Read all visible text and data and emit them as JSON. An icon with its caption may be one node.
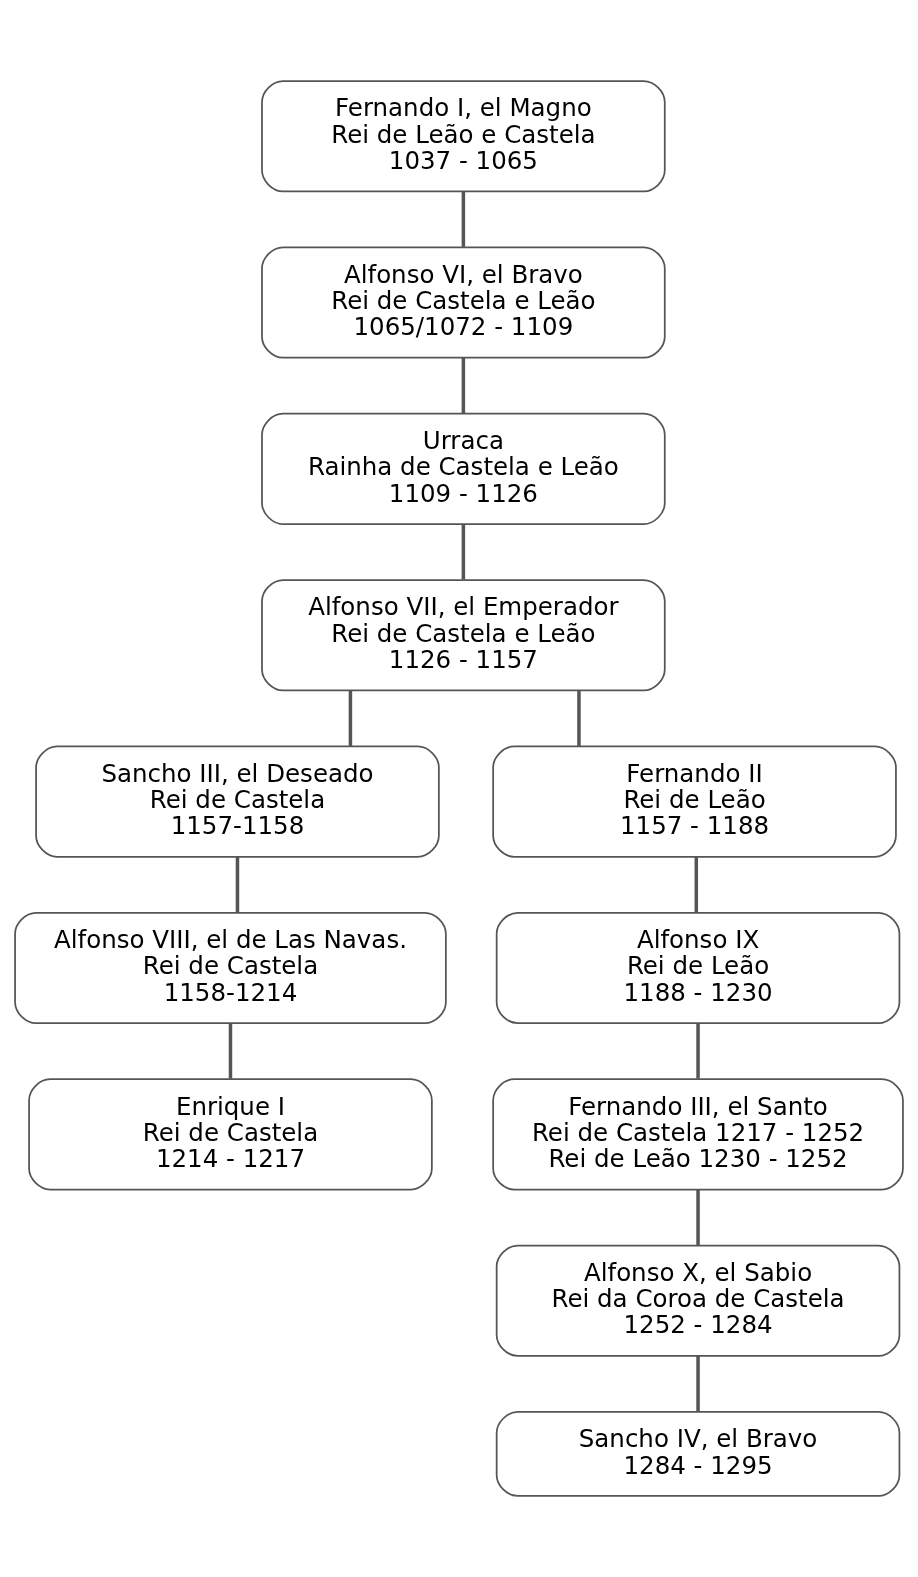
{
  "diagram": {
    "nodes": [
      {
        "text": [
          "Fernando I, el Magno",
          "Rei de Leão e Castela",
          "1037 - 1065"
        ]
      },
      {
        "text": [
          "Alfonso VI, el Bravo",
          "Rei de Castela e Leão",
          "1065/1072 - 1109"
        ]
      },
      {
        "text": [
          "Urraca",
          "Rainha de Castela e Leão",
          "1109 - 1126"
        ]
      },
      {
        "text": [
          "Alfonso VII, el Emperador",
          "Rei de Castela e Leão",
          "1126 - 1157"
        ]
      },
      {
        "text": [
          "Sancho III, el Deseado",
          "Rei de Castela",
          "1157-1158"
        ]
      },
      {
        "text": [
          "Fernando II",
          "Rei de Leão",
          "1157 - 1188"
        ]
      },
      {
        "text": [
          "Alfonso VIII, el de Las Navas.",
          "Rei de Castela",
          "1158-1214"
        ]
      },
      {
        "text": [
          "Alfonso IX",
          "Rei de Leão",
          "1188 - 1230"
        ]
      },
      {
        "text": [
          "Enrique I",
          "Rei de Castela",
          "1214 - 1217"
        ]
      },
      {
        "text": [
          "Fernando III, el Santo",
          "Rei de Castela 1217 - 1252",
          "Rei de Leão 1230 - 1252"
        ]
      },
      {
        "text": [
          "Alfonso X, el Sabio",
          "Rei da Coroa de Castela",
          "1252 - 1284"
        ]
      },
      {
        "text": [
          "Sancho IV, el Bravo",
          "1284 - 1295"
        ]
      }
    ],
    "edges": [
      {
        "from": 0,
        "to": 1,
        "arrow": "none"
      },
      {
        "from": 1,
        "to": 2,
        "arrow": "none"
      },
      {
        "from": 2,
        "to": 3,
        "arrow": "none"
      },
      {
        "from": 3,
        "to": 4,
        "arrow": "none"
      },
      {
        "from": 3,
        "to": 5,
        "arrow": "none"
      },
      {
        "from": 4,
        "to": 6,
        "arrow": "none"
      },
      {
        "from": 5,
        "to": 7,
        "arrow": "none"
      },
      {
        "from": 6,
        "to": 8,
        "arrow": "none"
      },
      {
        "from": 7,
        "to": 9,
        "arrow": "none"
      },
      {
        "from": 9,
        "to": 10,
        "arrow": "none"
      },
      {
        "from": 10,
        "to": 11,
        "arrow": "none"
      }
    ]
  }
}
